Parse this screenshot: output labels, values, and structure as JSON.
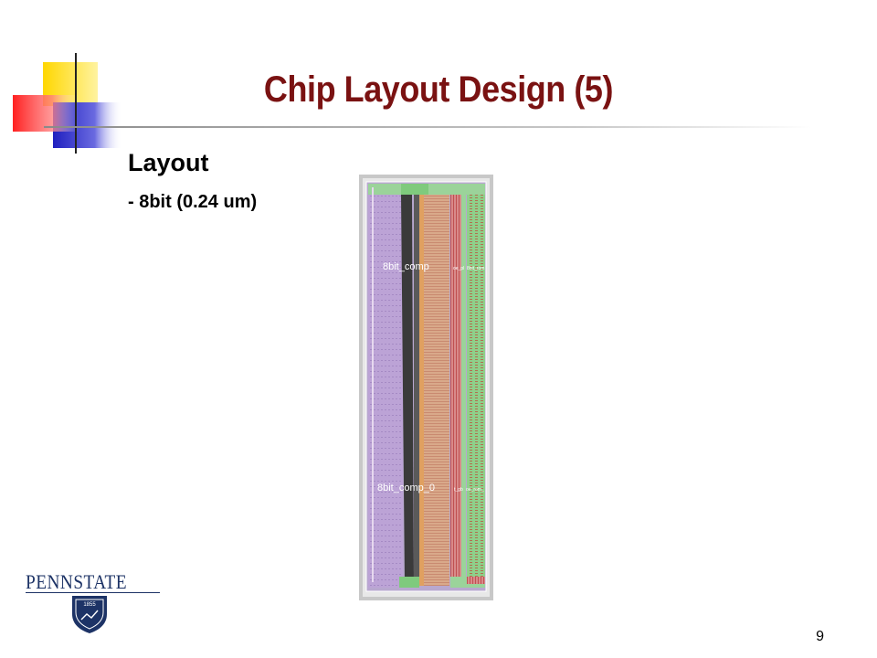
{
  "slide": {
    "title": "Chip Layout Design (5)",
    "heading": "Layout",
    "subheading": "- 8bit (0.24 um)",
    "page_number": "9"
  },
  "layout_labels": {
    "comp_top": "8bit_comp",
    "comp_bottom": "8bit_comp_0",
    "small_top_1": "oe_pl",
    "small_top_2": "8bit_rom",
    "small_bottom_1": "t_gb",
    "small_bottom_2": "oe_rom_"
  },
  "logo": {
    "wordmark": "PENNSTATE",
    "year": "1855"
  },
  "colors": {
    "title": "#7a1212",
    "accent_yellow": "#ffd700",
    "accent_red": "#ff2a2a",
    "accent_blue": "#2828c8",
    "penn_state_navy": "#1d3366"
  }
}
